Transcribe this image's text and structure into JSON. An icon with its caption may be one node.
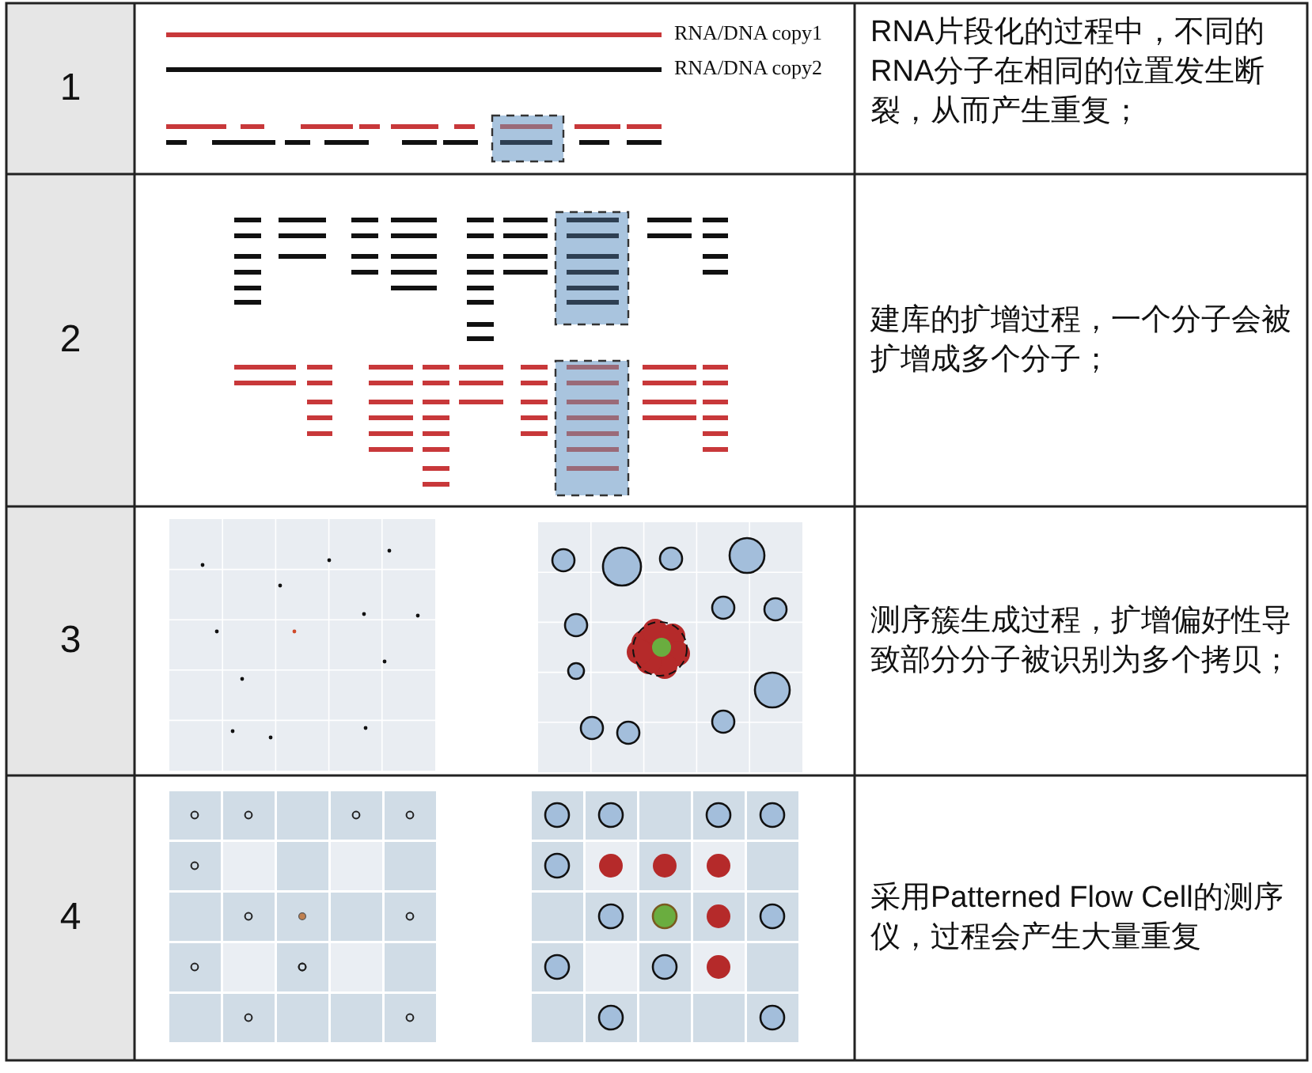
{
  "diagram": {
    "labels": [
      "1",
      "RNA/DNA copy1",
      "RNA/DNA copy2",
      "RNA片段化的过程中，不同的RNA分子在相同的位置发生断裂，从而产生重复；",
      "2",
      "建库的扩增过程，一个分子会被扩增成多个分子；",
      "3",
      "测序簇生成过程，扩增偏好性导致部分分子被识别为多个拷贝；",
      "4",
      "采用Patterned Flow Cell的测序仪，过程会产生大量重复"
    ]
  }
}
